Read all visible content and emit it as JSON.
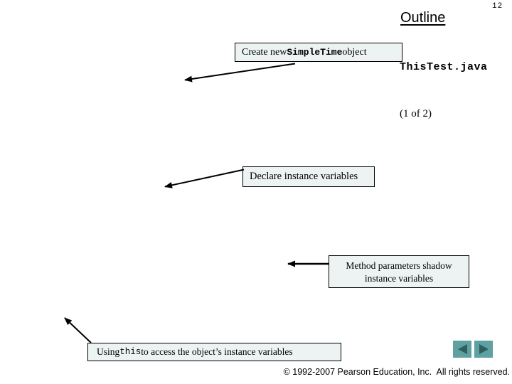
{
  "slide": {
    "number": "12",
    "title": "Outline",
    "filename": "ThisTest.java",
    "sheet_indicator": "(1 of 2)",
    "footer": "© 1992-2007 Pearson Education, Inc.  All rights reserved."
  },
  "callouts": [
    {
      "prefix": "Create new ",
      "code": "SimpleTime",
      "suffix": " object"
    },
    {
      "text": "Declare instance variables"
    },
    {
      "line1": "Method parameters shadow",
      "line2": "instance variables"
    },
    {
      "prefix": "Using ",
      "code": "this",
      "suffix": " to access the object’s instance variables"
    }
  ],
  "nav": {
    "prev_icon": "left-triangle",
    "next_icon": "right-triangle"
  },
  "colors": {
    "slide_bg": "#ffffff",
    "callout_bg": "#edf2f2",
    "callout_border": "#000000",
    "arrow": "#000000",
    "nav_button_bg": "#5fa0a0",
    "nav_button_arrow": "#2d5f5f"
  }
}
